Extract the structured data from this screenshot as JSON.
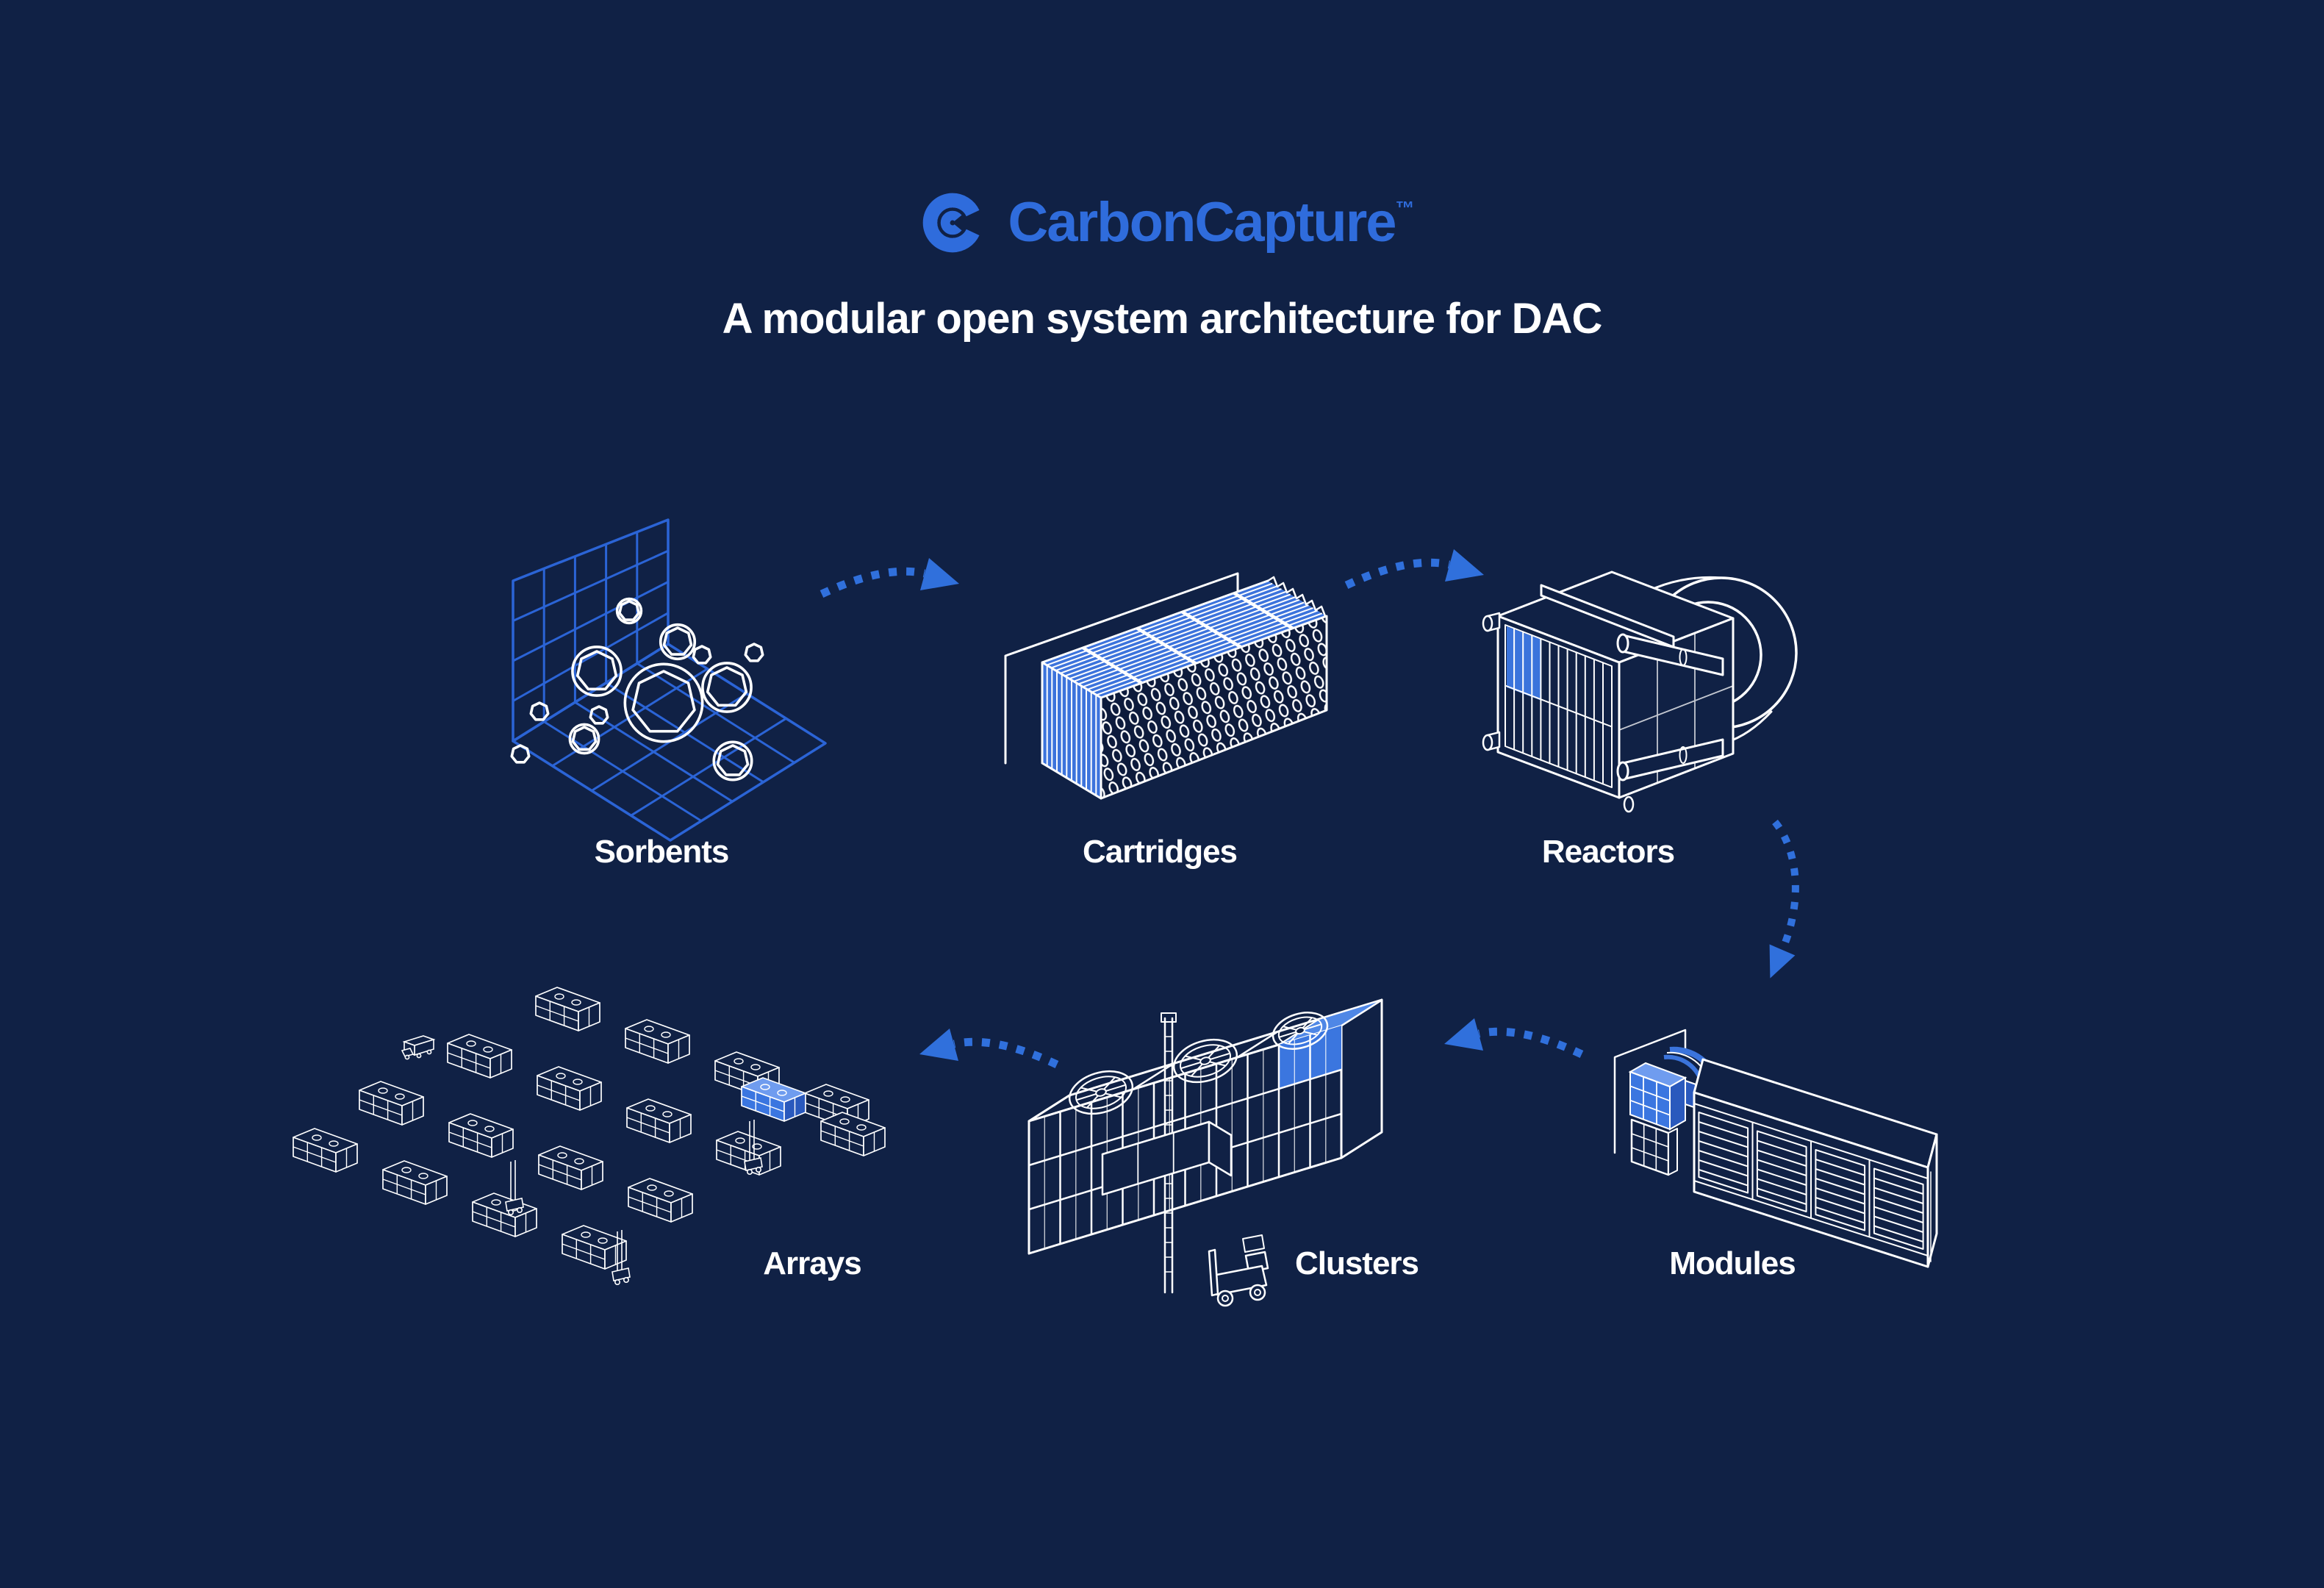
{
  "brand": {
    "name": "CarbonCapture",
    "trademark": "™"
  },
  "title": "A modular open system architecture for DAC",
  "stages": [
    {
      "id": "sorbents",
      "label": "Sorbents"
    },
    {
      "id": "cartridges",
      "label": "Cartridges"
    },
    {
      "id": "reactors",
      "label": "Reactors"
    },
    {
      "id": "modules",
      "label": "Modules"
    },
    {
      "id": "clusters",
      "label": "Clusters"
    },
    {
      "id": "arrays",
      "label": "Arrays"
    }
  ],
  "colors": {
    "background": "#102145",
    "accent_blue": "#3070DC",
    "fill_blue": "#3C73DC",
    "highlight_blue": "#4F87E6",
    "light_blue": "#6F9CEF",
    "deep_blue": "#2A59BD",
    "line_white": "#FFFFFF"
  },
  "icons": {
    "logo": "carboncapture-double-c-logo",
    "flow_arrow": "dotted-arc-arrow"
  }
}
